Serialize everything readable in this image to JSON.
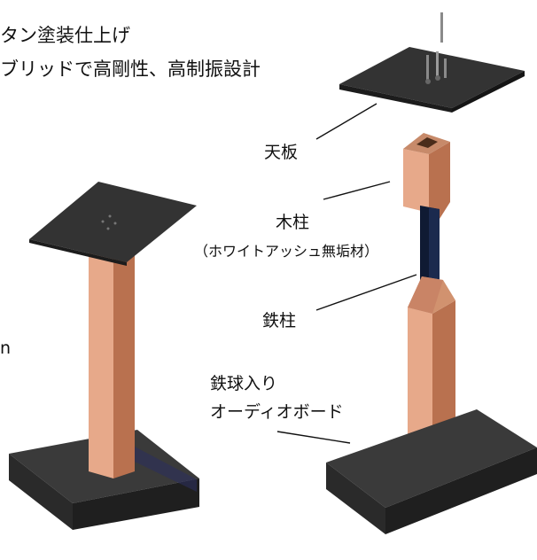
{
  "colors": {
    "wood_front": "#e7a98a",
    "wood_side": "#b9714f",
    "wood_dark": "#8c4a2c",
    "plate_top": "#333333",
    "plate_side": "#1c1c1c",
    "iron": "#0f1a33",
    "base_top": "#3a3a3a",
    "base_side": "#1f1f1f",
    "base_front": "#2a2a2a"
  },
  "features": {
    "line1_partial": "ー",
    "line2": "タン塗装仕上げ",
    "line3": "ブリッドで高剛性、高制振設計"
  },
  "labels": {
    "tenban": "天板",
    "mokuchu": "木柱",
    "mokuchu_note": "（ホワイトアッシュ無垢材）",
    "tetchu": "鉄柱",
    "board_line1": "鉄球入り",
    "board_line2": "オーディオボード",
    "dimension_partial": "n"
  }
}
